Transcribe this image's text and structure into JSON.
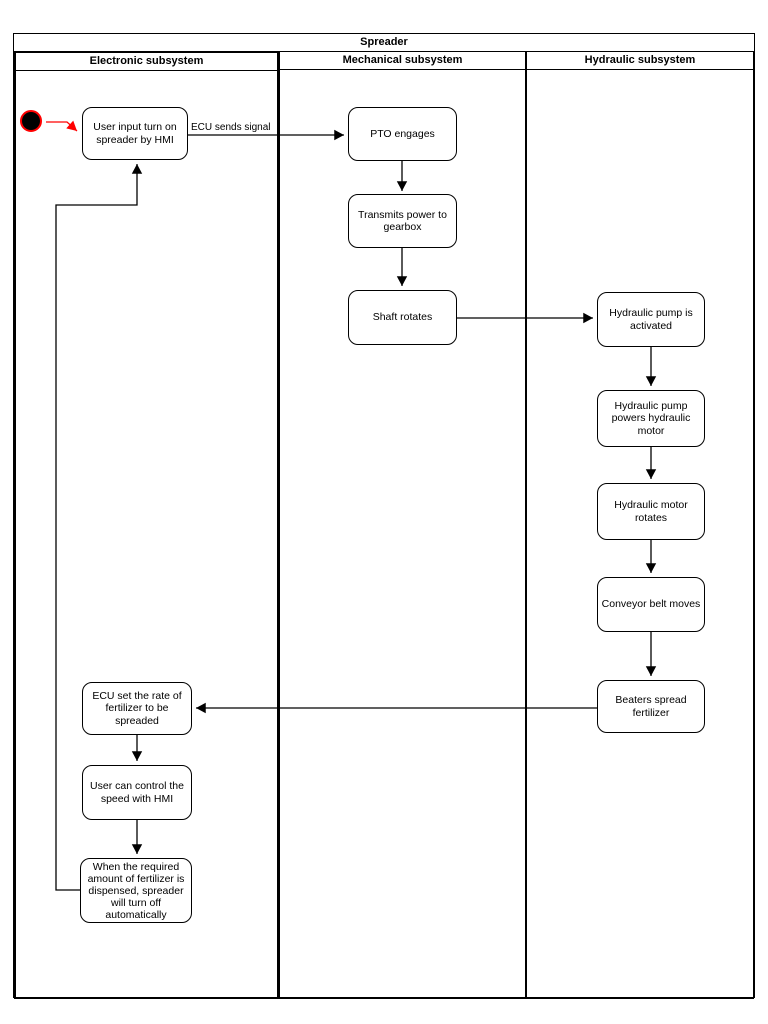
{
  "pool": {
    "title": "Spreader",
    "lanes": [
      {
        "label": "Electronic subsystem"
      },
      {
        "label": "Mechanical subsystem"
      },
      {
        "label": "Hydraulic subsystem"
      }
    ]
  },
  "nodes": {
    "user_input": "User input turn on spreader by HMI",
    "pto": "PTO engages",
    "transmit": "Transmits power to gearbox",
    "shaft": "Shaft rotates",
    "pump_activated": "Hydraulic pump is activated",
    "pump_powers": "Hydraulic pump powers hydraulic motor",
    "motor_rotates": "Hydraulic motor rotates",
    "conveyor": "Conveyor belt moves",
    "beaters": "Beaters spread fertilizer",
    "ecu_rate": "ECU set the rate of fertilizer to be spreaded",
    "user_control": "User can control the speed with HMI",
    "auto_off": "When the required amount of fertilizer is dispensed, spreader will turn off automatically"
  },
  "edge_label": "ECU sends signal",
  "flow": [
    {
      "from": "start",
      "to": "user_input",
      "style": "red"
    },
    {
      "from": "user_input",
      "to": "pto",
      "label": "ECU sends signal"
    },
    {
      "from": "pto",
      "to": "transmit"
    },
    {
      "from": "transmit",
      "to": "shaft"
    },
    {
      "from": "shaft",
      "to": "pump_activated"
    },
    {
      "from": "pump_activated",
      "to": "pump_powers"
    },
    {
      "from": "pump_powers",
      "to": "motor_rotates"
    },
    {
      "from": "motor_rotates",
      "to": "conveyor"
    },
    {
      "from": "conveyor",
      "to": "beaters"
    },
    {
      "from": "beaters",
      "to": "ecu_rate"
    },
    {
      "from": "ecu_rate",
      "to": "user_control"
    },
    {
      "from": "user_control",
      "to": "auto_off"
    },
    {
      "from": "auto_off",
      "to": "user_input",
      "style": "feedback"
    }
  ],
  "colors": {
    "line": "#000000",
    "node_border": "#000000",
    "node_fill": "#ffffff",
    "start_fill": "#000000",
    "start_ring": "#ff0000",
    "start_arrow": "#ff0000"
  }
}
